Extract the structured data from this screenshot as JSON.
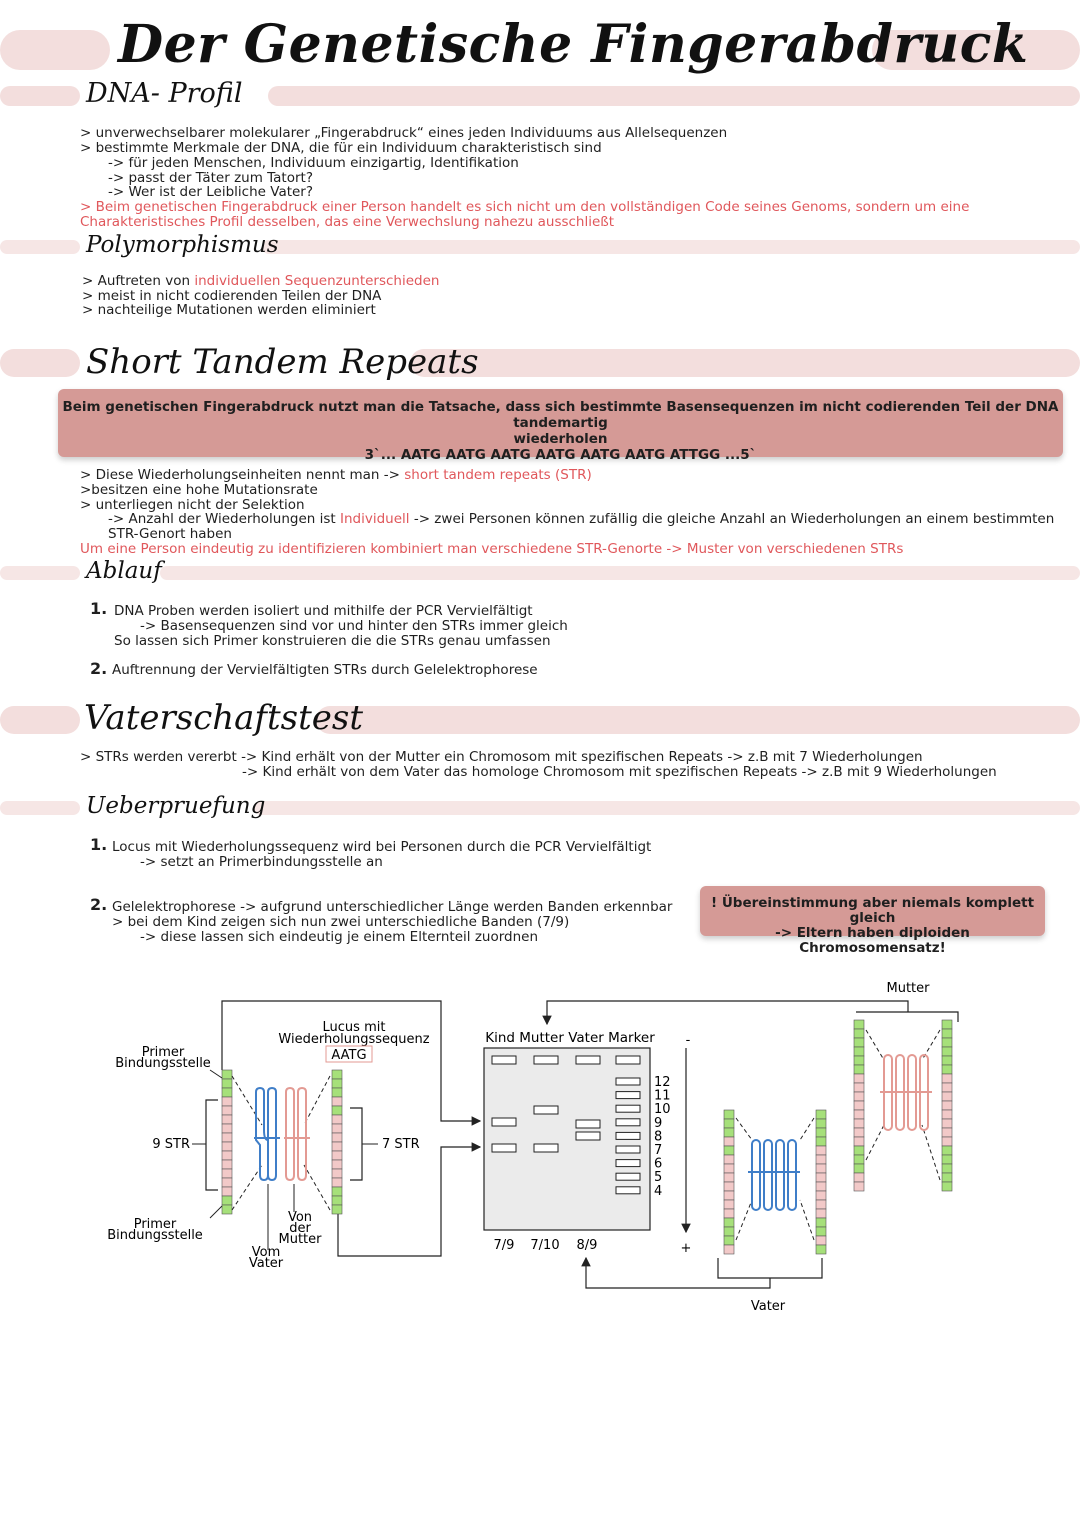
{
  "title": "Der Genetische Fingerabdruck",
  "sections": {
    "dna_profil": {
      "heading": "DNA- Profil",
      "lines": [
        "> unverwechselbarer molekularer „Fingerabdruck“ eines jeden Individuums aus Allelsequenzen",
        "> bestimmte Merkmale der DNA, die für ein Individuum charakteristisch sind",
        "-> für jeden Menschen, Individuum einzigartig, Identifikation",
        "-> passt der Täter zum Tatort?",
        "-> Wer ist der Leibliche Vater?"
      ],
      "red_line_1": "> Beim genetischen Fingerabdruck einer Person handelt es sich nicht um den vollständigen Code seines Genoms, sondern um eine",
      "red_line_2": "Charakteristisches Profil desselben, das eine Verwechslung nahezu ausschließt"
    },
    "polymorphismus": {
      "heading": "Polymorphismus",
      "line1_prefix": "> Auftreten von ",
      "line1_red": "individuellen Sequenzunterschieden",
      "line2": "> meist in nicht codierenden Teilen der DNA",
      "line3": "> nachteilige Mutationen werden eliminiert"
    },
    "str": {
      "heading": "Short Tandem Repeats",
      "box_line1": "Beim genetischen Fingerabdruck nutzt man die Tatsache, dass sich bestimmte Basensequenzen im nicht codierenden Teil der DNA tandemartig",
      "box_line2": "wiederholen",
      "box_line3": "3`... AATG  AATG  AATG  AATG  AATG  AATG  ATTGG ...5`",
      "l1_prefix": "> Diese Wiederholungseinheiten nennt man -> ",
      "l1_red": "short tandem repeats (STR)",
      "l2": ">besitzen eine hohe Mutationsrate",
      "l3": "> unterliegen nicht der Selektion",
      "l4_prefix": "-> Anzahl der Wiederholungen ist ",
      "l4_red": "Individuell",
      "l4_suffix": " -> zwei Personen können zufällig die gleiche Anzahl an Wiederholungen an einem bestimmten",
      "l5": "STR-Genort haben",
      "l6_red": "Um eine Person eindeutig zu identifizieren kombiniert man verschiedene STR-Genorte -> Muster von verschiedenen STRs"
    },
    "ablauf": {
      "heading": "Ablauf",
      "n1": "1.",
      "s1_l1": "DNA Proben werden isoliert und mithilfe der PCR Vervielfältigt",
      "s1_l2": "-> Basensequenzen sind vor und hinter den STRs immer gleich",
      "s1_l3": "So lassen sich Primer konstruieren die die STRs genau umfassen",
      "n2": "2.",
      "s2_l1": "Auftrennung der Vervielfältigten STRs durch Gelelektrophorese"
    },
    "vaterschaftstest": {
      "heading": "Vaterschaftstest",
      "l1": "> STRs werden vererbt -> Kind erhält von der Mutter ein Chromosom mit spezifischen Repeats -> z.B mit 7 Wiederholungen",
      "l2": "-> Kind erhält von dem Vater das homologe Chromosom mit spezifischen Repeats -> z.B mit 9 Wiederholungen"
    },
    "ueberpruefung": {
      "heading": "Ueberpruefung",
      "n1": "1.",
      "s1_l1": "Locus mit Wiederholungssequenz wird bei Personen durch die PCR Vervielfältigt",
      "s1_l2": "-> setzt an Primerbindungsstelle an",
      "n2": "2.",
      "s2_l1": "Gelelektrophorese -> aufgrund unterschiedlicher Länge werden Banden erkennbar",
      "s2_l2": "> bei dem Kind zeigen sich nun zwei unterschiedliche Banden (7/9)",
      "s2_l3": "-> diese lassen sich eindeutig je einem Elternteil zuordnen",
      "note_l1": "! Übereinstimmung aber niemals komplett gleich",
      "note_l2": "-> Eltern haben diploiden Chromosomensatz!"
    }
  },
  "diagram": {
    "primer_top": [
      "Primer",
      "Bindungsstelle"
    ],
    "primer_bottom": [
      "Primer",
      "Bindungsstelle"
    ],
    "locus": [
      "Lucus mit",
      "Wiederholungssequenz"
    ],
    "aatg": "AATG",
    "str9": "9 STR",
    "str7": "7 STR",
    "von_der_mutter": [
      "Von",
      "der",
      "Mutter"
    ],
    "vom_vater": [
      "Vom",
      "Vater"
    ],
    "gel_header": "Kind Mutter Vater Marker",
    "marker_labels": [
      "12",
      "11",
      "10",
      "9",
      "8",
      "7",
      "6",
      "5",
      "4"
    ],
    "gel_bottom": [
      "7/9",
      "7/10",
      "8/9"
    ],
    "minus": "-",
    "plus": "+",
    "mutter": "Mutter",
    "vater": "Vater",
    "colors": {
      "pink": "#f2c9c8",
      "green": "#a6e07a",
      "blue": "#3f7ec8",
      "salmon": "#e39a93"
    }
  }
}
